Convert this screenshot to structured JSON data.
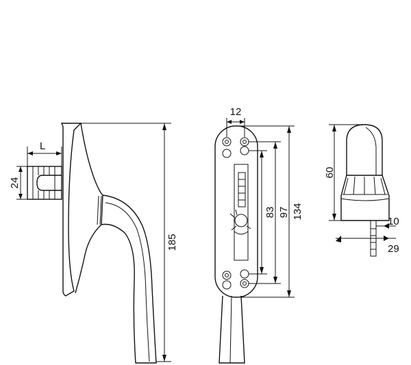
{
  "diagram": {
    "side_view": {
      "label_L": "L",
      "label_width": "24",
      "label_height": "185"
    },
    "front_view": {
      "label_top_width": "12",
      "label_hole_spacing": "83",
      "label_plate_inner": "97",
      "label_plate_length": "134"
    },
    "cap_view": {
      "label_cap_height": "60",
      "label_spindle_a": "10",
      "label_spindle_b": "29"
    }
  }
}
